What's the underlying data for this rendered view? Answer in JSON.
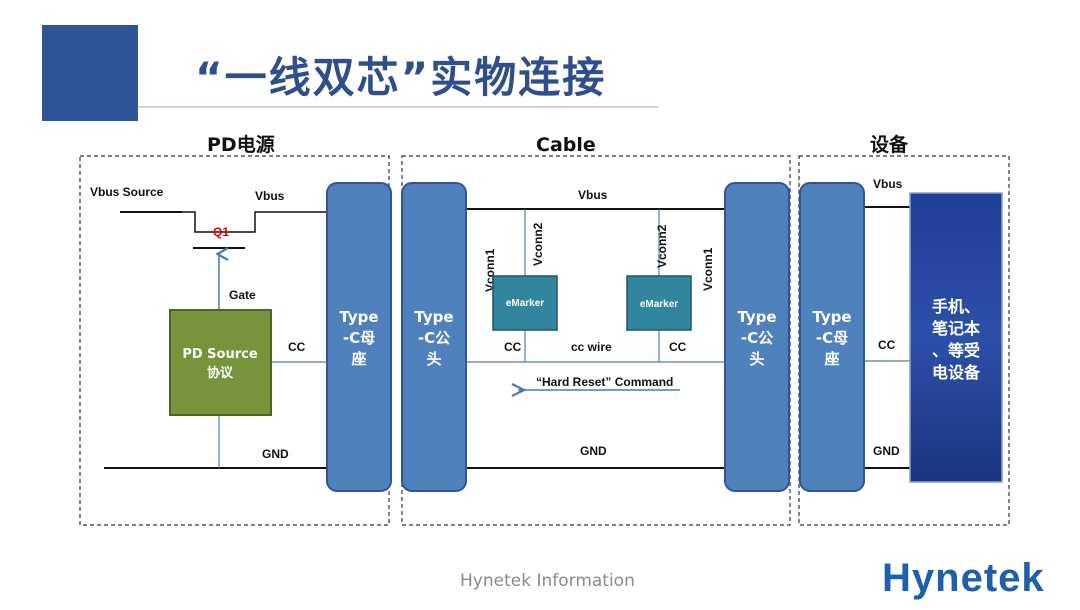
{
  "slide": {
    "title": "“一线双芯”实物连接",
    "footer": "Hynetek Information",
    "logo": "Hynetek"
  },
  "sections": {
    "pd_source": "PD电源",
    "cable": "Cable",
    "device": "设备"
  },
  "labels": {
    "vbus_source": "Vbus Source",
    "vbus": "Vbus",
    "q1": "Q1",
    "gate": "Gate",
    "cc": "CC",
    "gnd": "GND",
    "vconn1": "Vconn1",
    "vconn2": "Vconn2",
    "cc_wire": "cc wire",
    "hard_reset": "“Hard Reset” Command"
  },
  "blocks": {
    "pd_source_line1": "PD Source",
    "pd_source_line2": "协议",
    "emarker": "eMarker",
    "receptacle": [
      "Type",
      "-C母",
      "座"
    ],
    "plug": [
      "Type",
      "-C公",
      "头"
    ],
    "device": [
      "手机、",
      "笔记本",
      "、等受",
      "电设备"
    ]
  },
  "colors": {
    "title": "#2e4e8c",
    "connector": "#4f81bd",
    "pd_source_box": "#77933c",
    "emarker_box": "#31859c",
    "device_box": "#1f3c88",
    "q1_label": "#e00000",
    "logo": "#1f5fb0"
  }
}
